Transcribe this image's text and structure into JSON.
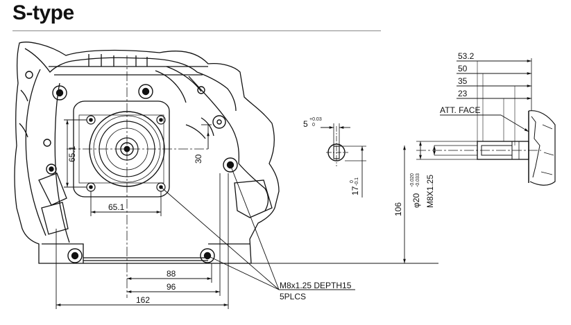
{
  "title": "S-type",
  "dimensions": {
    "d162": "162",
    "d96": "96",
    "d88": "88",
    "d65_1_h": "65.1",
    "d65_1_v": "65.1",
    "d30": "30",
    "d106": "106",
    "d53_2": "53.2",
    "d50": "50",
    "d35": "35",
    "d23": "23",
    "key_width": "5",
    "key_tol_upper": "+0.03",
    "key_tol_lower": "0",
    "key_height": "17",
    "key_height_tol": "-0.1",
    "key_height_tol_zero": "0",
    "shaft_dia": "φ20",
    "shaft_tol_upper": "-0.020",
    "shaft_tol_lower": "-0.033",
    "thread": "M8X1.25"
  },
  "labels": {
    "att_face": "ATT. FACE",
    "bolt_spec": "M8x1.25 DEPTH15",
    "bolt_count": "5PLCS"
  }
}
